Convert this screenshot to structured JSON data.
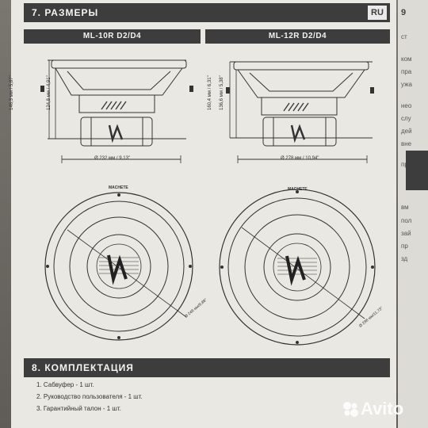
{
  "section7": {
    "title": "7. РАЗМЕРЫ",
    "lang": "RU"
  },
  "left_model": {
    "name": "ML-10R D2/D4",
    "height_total": "146,3 мм / 5,87\"",
    "height_mount": "124,8 мм / 4,91\"",
    "diameter": "Ø 232 мм / 9,13\"",
    "cutout": "Ø 248 мм/9,88\""
  },
  "right_model": {
    "name": "ML-12R D2/D4",
    "height_total": "160,4 мм / 6,31\"",
    "height_mount": "136,6 мм / 5,38\"",
    "diameter": "Ø 278 мм / 10,94\"",
    "cutout": "Ø 298 мм/11,73\""
  },
  "brand": {
    "rim_text": "MACHETE"
  },
  "section8": {
    "title": "8. КОМПЛЕКТАЦИЯ",
    "items": [
      "1. Сабвуфер - 1 шт.",
      "2. Руководство пользователя - 1 шт.",
      "3. Гарантийный талон - 1 шт."
    ]
  },
  "next_page": {
    "fragments": [
      "9",
      "ст",
      "ком",
      "пра",
      "ужа",
      "нео",
      "слу",
      "дей",
      "вне",
      "пр",
      "вм",
      "пол",
      "зай",
      "пр",
      "зд"
    ]
  },
  "watermark": {
    "text": "Avito"
  }
}
